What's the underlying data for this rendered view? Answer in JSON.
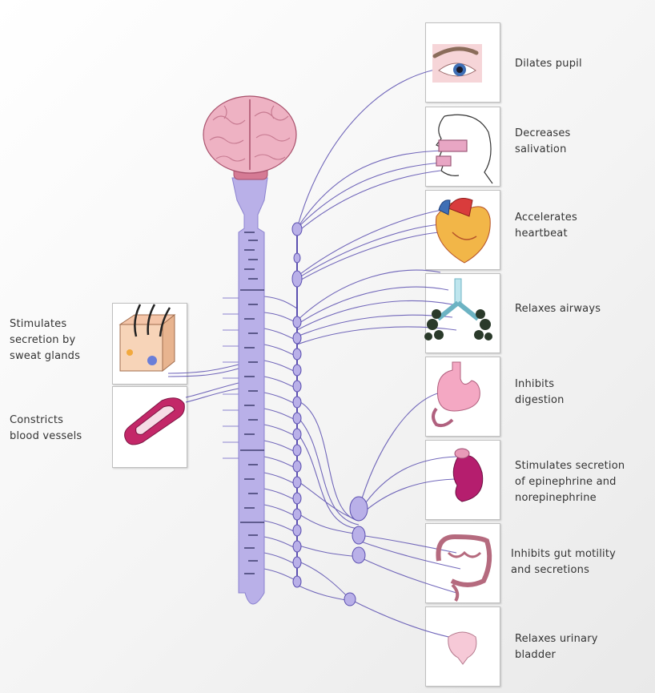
{
  "effects": {
    "eye": "Dilates pupil",
    "salivation": "Decreases\nsalivation",
    "heart": "Accelerates\nheartbeat",
    "airways": "Relaxes airways",
    "digestion": "Inhibits\ndigestion",
    "adrenal": "Stimulates secretion\nof epinephrine and\nnorepinephrine",
    "gut": "Inhibits gut motility\nand secretions",
    "bladder": "Relaxes urinary\nbladder",
    "sweat": "Stimulates\nsecretion by\nsweat glands",
    "vessels": "Constricts\nblood vessels"
  },
  "colors": {
    "nerve": "#5b4fb0",
    "cord_fill": "#b9b0e8",
    "brain": "#e9a3b5",
    "panel_border": "#bfbfbf"
  },
  "icons": [
    "brain-icon",
    "eye-icon",
    "head-profile-icon",
    "heart-icon",
    "lungs-icon",
    "stomach-icon",
    "kidney-adrenal-icon",
    "intestine-icon",
    "bladder-icon",
    "skin-sweat-gland-icon",
    "blood-vessel-icon"
  ]
}
